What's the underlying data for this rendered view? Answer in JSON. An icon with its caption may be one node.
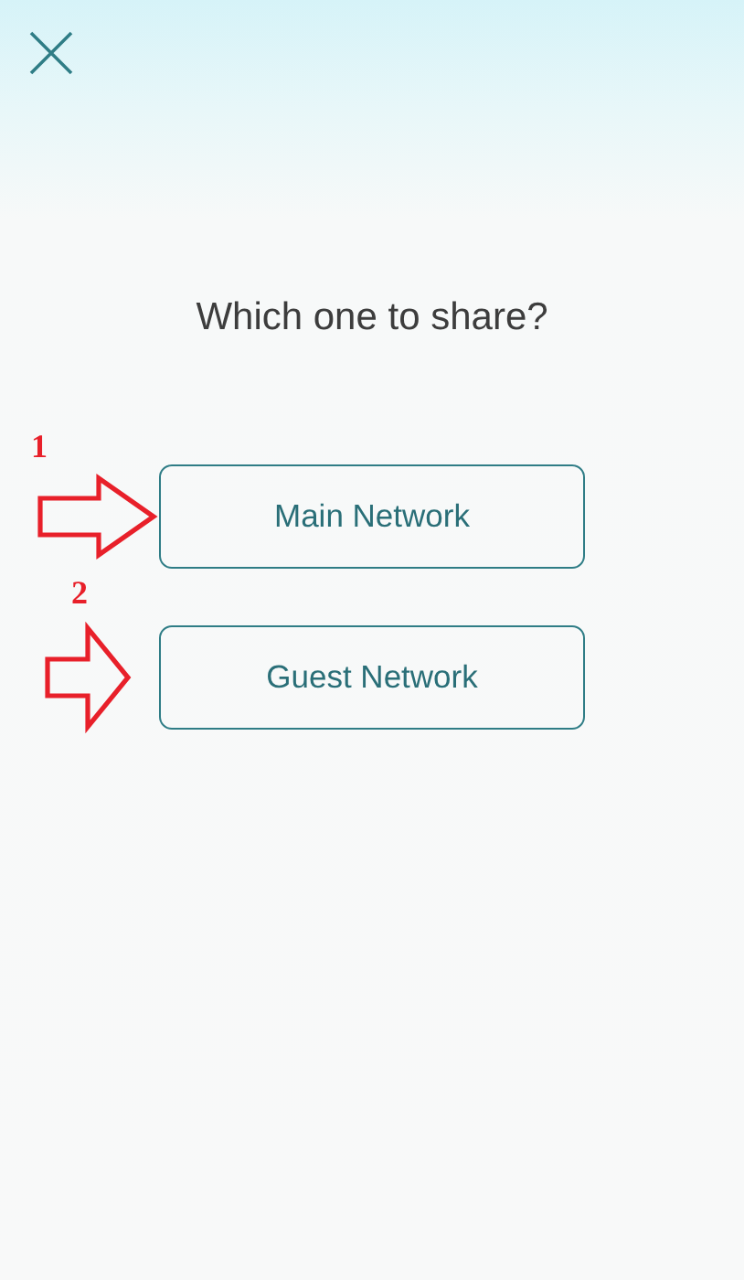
{
  "diagram": {
    "title": "Which one to share?",
    "nodes": [
      {
        "text": [
          "Main Network"
        ]
      },
      {
        "text": [
          "Guest Network"
        ]
      }
    ],
    "edges": [
      {
        "from": null,
        "to": 0,
        "arrow": "to"
      },
      {
        "from": null,
        "to": 1,
        "arrow": "to"
      }
    ],
    "labels": [
      "1",
      "2"
    ]
  }
}
